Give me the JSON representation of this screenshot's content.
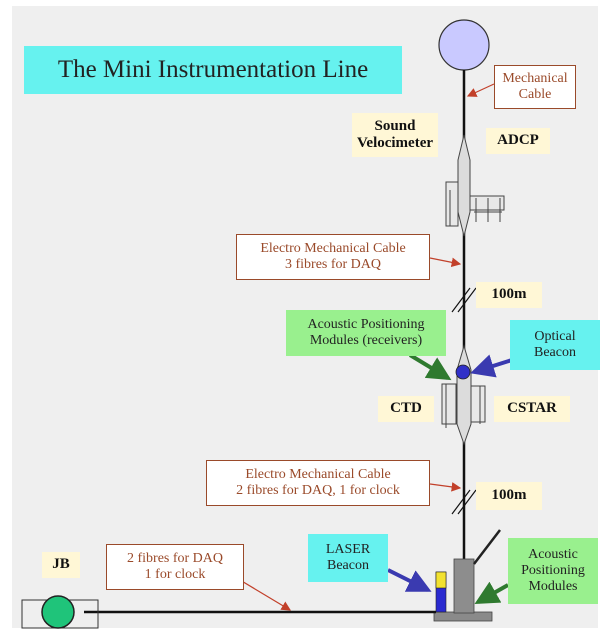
{
  "title": "The Mini Instrumentation Line",
  "labels": {
    "mechanical_cable": "Mechanical\nCable",
    "sound_velocimeter": "Sound\nVelocimeter",
    "adcp": "ADCP",
    "em_cable_top": "Electro Mechanical Cable\n3 fibres for DAQ",
    "distance_top": "100m",
    "apm_receivers": "Acoustic Positioning\nModules (receivers)",
    "optical_beacon": "Optical\nBeacon",
    "ctd": "CTD",
    "cstar": "CSTAR",
    "em_cable_bottom": "Electro Mechanical Cable\n2 fibres for DAQ, 1 for clock",
    "distance_bottom": "100m",
    "jb": "JB",
    "fibres_jb": "2 fibres for DAQ\n1 for clock",
    "laser_beacon": "LASER\nBeacon",
    "apm_bottom": "Acoustic\nPositioning\nModules"
  },
  "colors": {
    "cyan": "#66f2ef",
    "green": "#99f08e",
    "brown": "#9a4a2a",
    "buoy": "#c9c9ff",
    "jb": "#1fc47a",
    "arrow_green": "#2f7a2f",
    "arrow_blue": "#3a3ab0"
  }
}
